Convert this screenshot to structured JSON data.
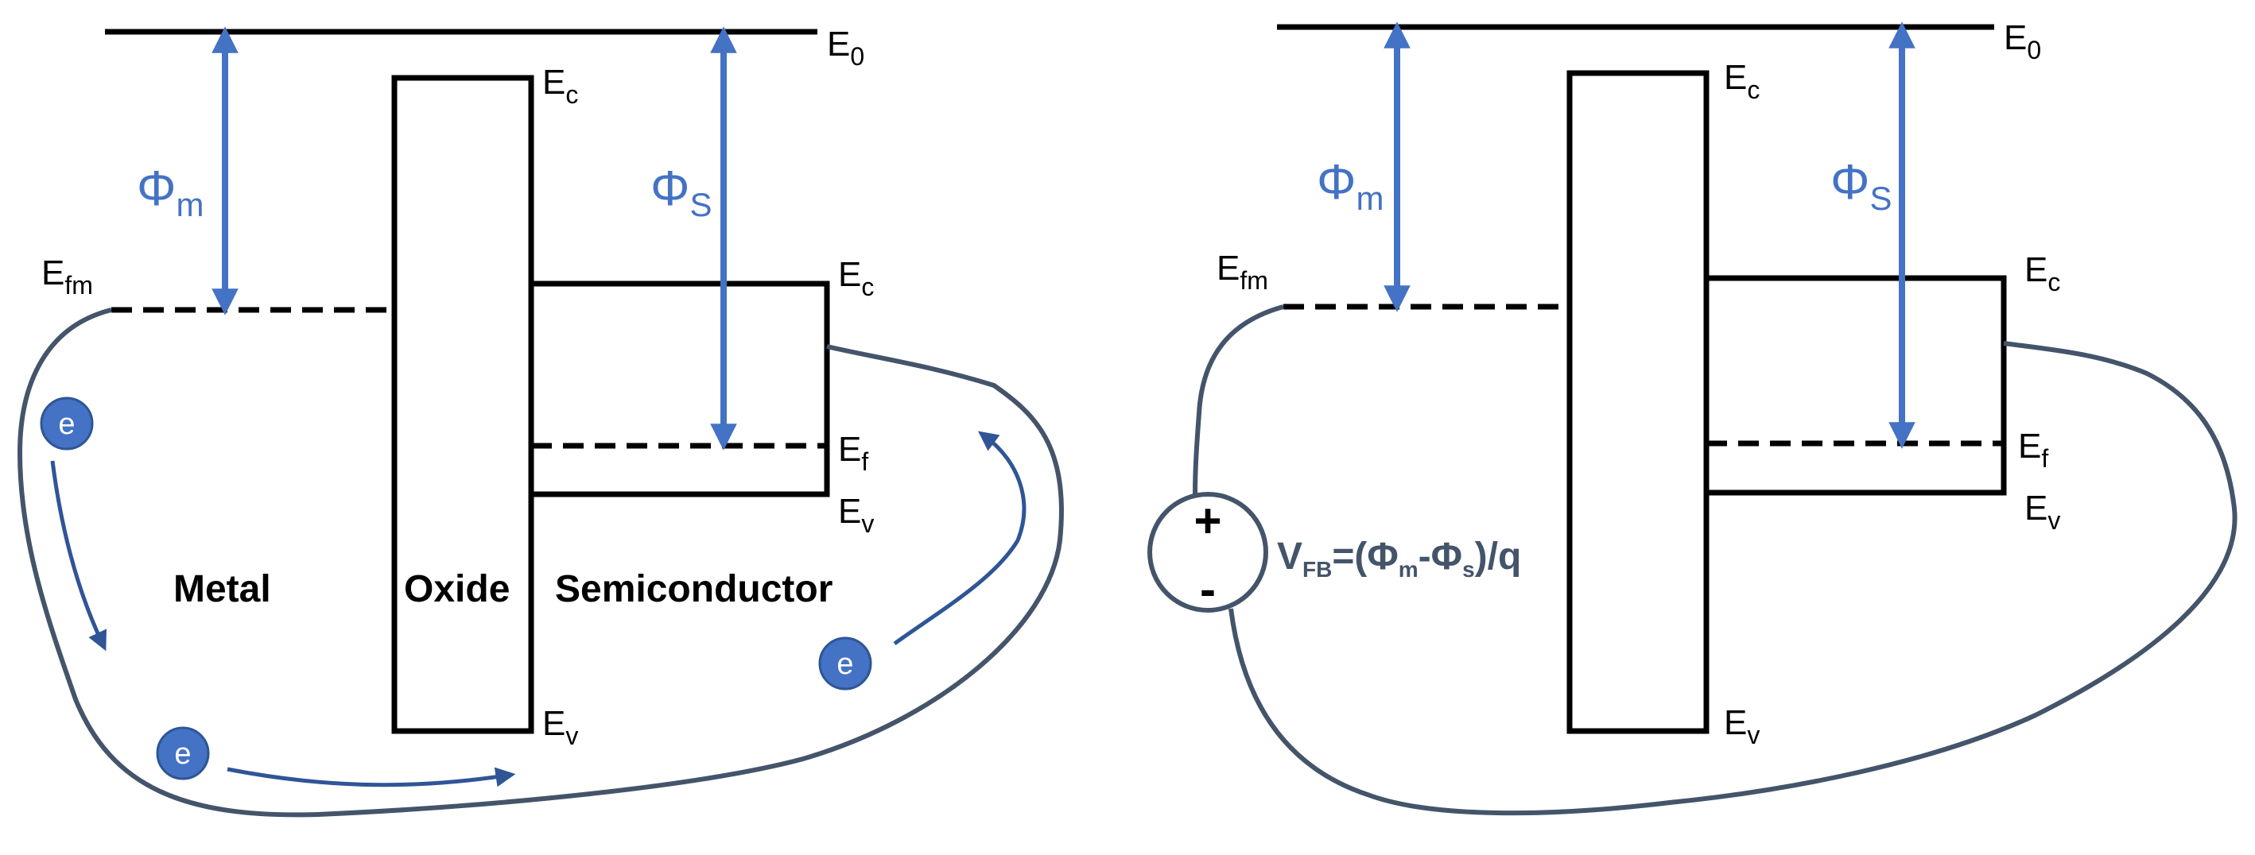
{
  "colors": {
    "line": "#000000",
    "work_function_arrow": "#4472C4",
    "electron_fill": "#4472C4",
    "electron_flow_arrow": "#2F5597",
    "circuit_wire": "#44546A",
    "vfb_text": "#44546A"
  },
  "left_panel": {
    "vacuum_level": {
      "E": "E",
      "sub": "0"
    },
    "oxide_top": {
      "E": "E",
      "sub": "c"
    },
    "oxide_bottom": {
      "E": "E",
      "sub": "v"
    },
    "metal_fermi": {
      "E": "E",
      "sub": "fm"
    },
    "semi_conduction": {
      "E": "E",
      "sub": "c"
    },
    "semi_fermi": {
      "E": "E",
      "sub": "f"
    },
    "semi_valence": {
      "E": "E",
      "sub": "v"
    },
    "phi_metal": {
      "symbol": "Φ",
      "sub": "m"
    },
    "phi_semi": {
      "symbol": "Φ",
      "sub": "S"
    },
    "regions": {
      "metal": "Metal",
      "oxide": "Oxide",
      "semiconductor": "Semiconductor"
    },
    "electron_label": "e"
  },
  "right_panel": {
    "vacuum_level": {
      "E": "E",
      "sub": "0"
    },
    "oxide_top": {
      "E": "E",
      "sub": "c"
    },
    "oxide_bottom": {
      "E": "E",
      "sub": "v"
    },
    "metal_fermi": {
      "E": "E",
      "sub": "fm"
    },
    "semi_conduction": {
      "E": "E",
      "sub": "c"
    },
    "semi_fermi": {
      "E": "E",
      "sub": "f"
    },
    "semi_valence": {
      "E": "E",
      "sub": "v"
    },
    "phi_metal": {
      "symbol": "Φ",
      "sub": "m"
    },
    "phi_semi": {
      "symbol": "Φ",
      "sub": "S"
    },
    "source": {
      "plus": "+",
      "minus": "-"
    },
    "vfb": {
      "v": "V",
      "v_sub": "FB",
      "eq": "=(Φ",
      "m_sub": "m",
      "dash": "-Φ",
      "s_sub": "s",
      "tail": ")/q"
    }
  }
}
